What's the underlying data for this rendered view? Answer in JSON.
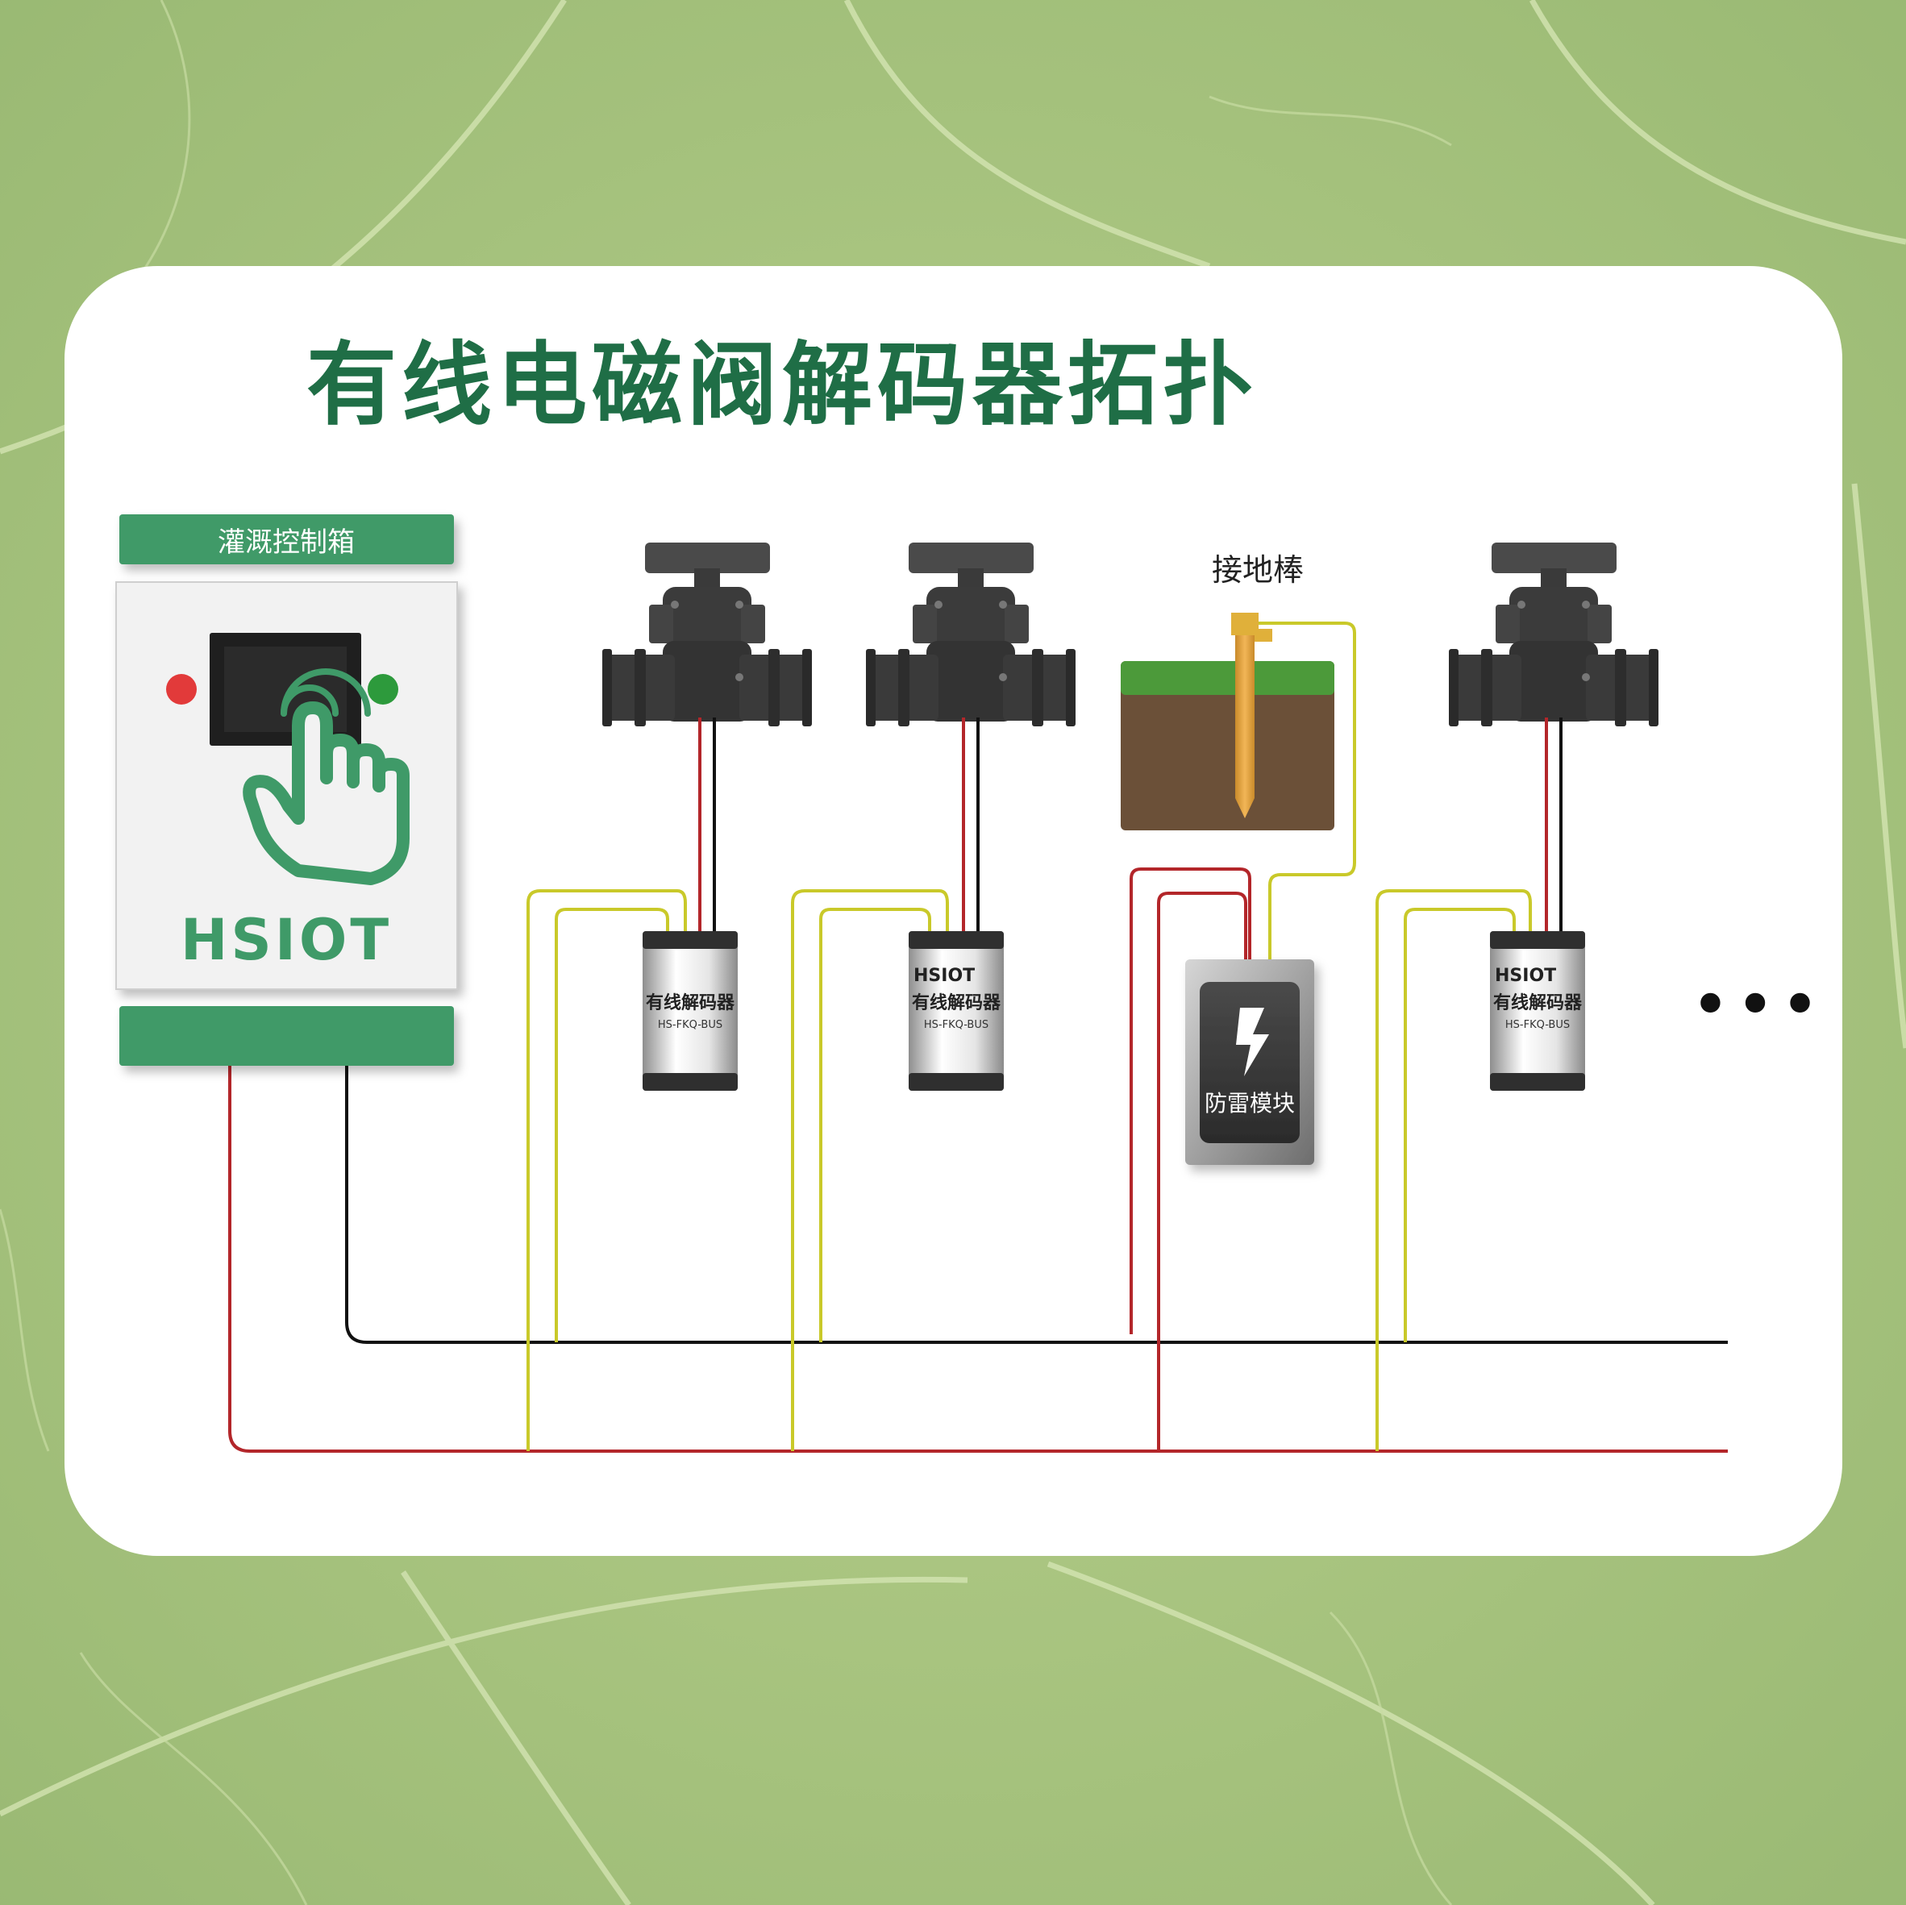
{
  "title": "有线电磁阀解码器拓扑",
  "control_box": {
    "label": "灌溉控制箱",
    "logo_text": "HSIOT",
    "indicator_left_color": "#e23a3a",
    "indicator_right_color": "#2d9a3c"
  },
  "decoders": [
    {
      "name": "有线解码器",
      "model": "HS-FKQ-BUS",
      "logo": ""
    },
    {
      "name": "有线解码器",
      "model": "HS-FKQ-BUS",
      "logo": "HSIOT"
    },
    {
      "name": "有线解码器",
      "model": "HS-FKQ-BUS",
      "logo": "HSIOT"
    }
  ],
  "ground_rod": {
    "label": "接地棒"
  },
  "lightning_module": {
    "label": "防雷模块"
  },
  "more_indicator": "•••",
  "colors": {
    "brand_green": "#1f6e46",
    "box_green": "#3f9a68",
    "wire_red": "#b3262a",
    "wire_black": "#111111",
    "wire_yellow": "#c9c92a",
    "valve_body": "#3a3a3a",
    "soil": "#6b5038",
    "grass": "#4c9a3a",
    "rod": "#e3a23c"
  }
}
